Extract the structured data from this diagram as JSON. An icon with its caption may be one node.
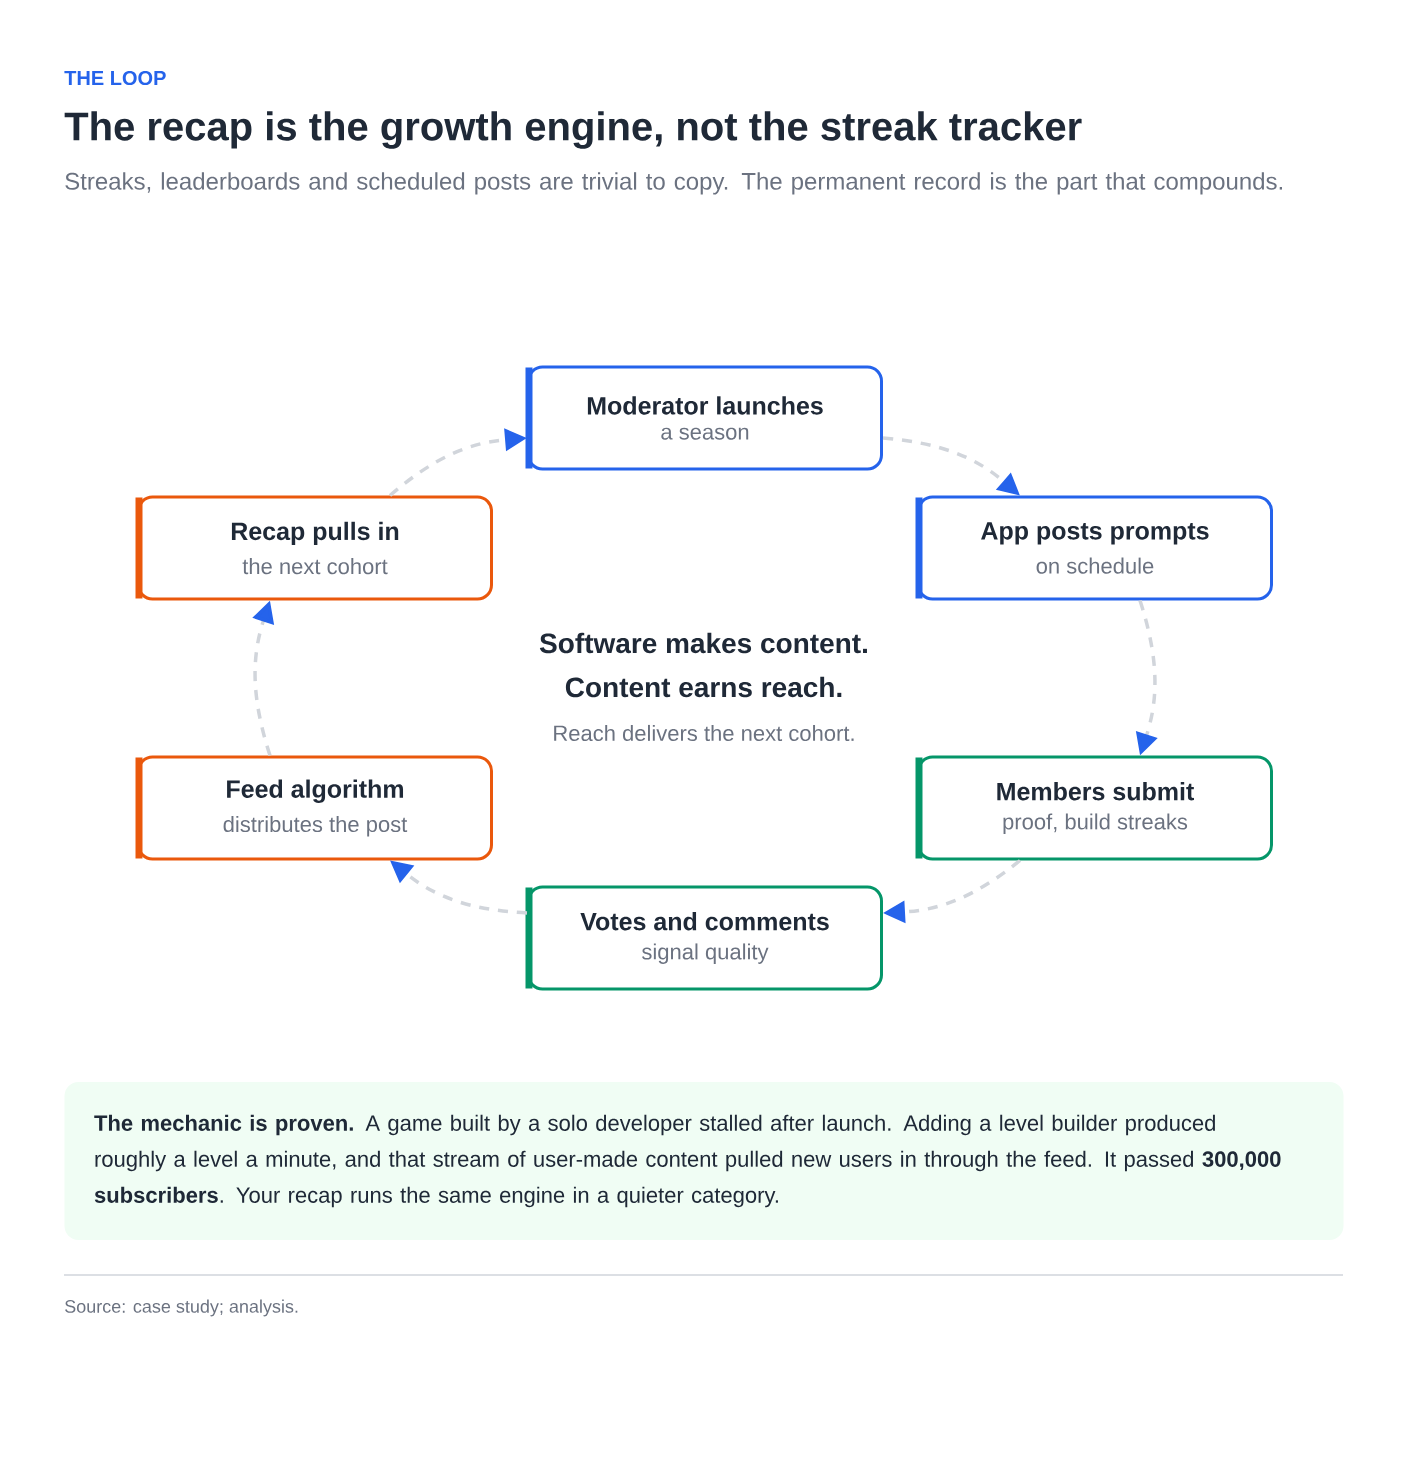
{
  "diagram": {
    "title": "The recap is the growth engine, not the streak tracker",
    "nodes": [
      {
        "text": [
          "Moderator launches",
          "a season"
        ]
      },
      {
        "text": [
          "App posts prompts",
          "on schedule"
        ]
      },
      {
        "text": [
          "Members submit",
          "proof, build streaks"
        ]
      },
      {
        "text": [
          "Votes and comments",
          "signal quality"
        ]
      },
      {
        "text": [
          "Feed algorithm",
          "distributes the post"
        ]
      },
      {
        "text": [
          "Recap pulls in",
          "the next cohort"
        ]
      },
      {
        "text": [
          "**The mechanic is proven.** A game built by a solo developer stalled after launch. Adding a level builder produced roughly a level a minute, and that stream of user-made content pulled new users in through the feed. It passed **300,000 subscribers**. Your recap runs the same engine in a quieter category."
        ]
      }
    ],
    "edges": [
      {
        "from": 0,
        "to": 1,
        "arrow": "to",
        "style": "dashed"
      },
      {
        "from": 1,
        "to": 2,
        "arrow": "to",
        "style": "dashed"
      },
      {
        "from": 2,
        "to": 3,
        "arrow": "to",
        "style": "dashed"
      },
      {
        "from": 3,
        "to": 4,
        "arrow": "to",
        "style": "dashed"
      },
      {
        "from": 4,
        "to": 5,
        "arrow": "to",
        "style": "dashed"
      },
      {
        "from": 5,
        "to": 0,
        "arrow": "to",
        "style": "dashed"
      }
    ],
    "labels": [
      "THE LOOP",
      "Streaks, leaderboards and scheduled posts are trivial to copy. The permanent record is the part that compounds.",
      "Software makes content.",
      "Content earns reach.",
      "Reach delivers the next cohort.",
      "Source: case study; analysis."
    ]
  }
}
